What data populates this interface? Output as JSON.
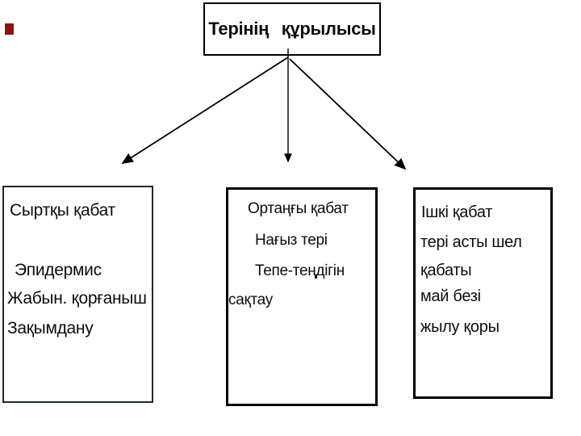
{
  "title": "Терінің құрылысы",
  "decor": {
    "bullet_square_color": "#8b1413"
  },
  "colors": {
    "background": "#ffffff",
    "text": "#0d0d0d",
    "box_border_black": "#000000",
    "outer_box_border_navy": "#1b2a3b",
    "arrow": "#000000"
  },
  "outer_box": {
    "lines": [
      "Сыртқы қабат",
      "Эпидермис",
      "Жабын. қорғаныш",
      "Зақымдану"
    ]
  },
  "middle_box": {
    "lines": [
      "Ортаңғы қабат",
      "Нағыз тері",
      "Тепе-теңдігін",
      "сақтау"
    ]
  },
  "inner_box": {
    "lines": [
      "Ішкі қабат",
      "тері асты шел",
      "қабаты",
      "май безі",
      "жылу қоры"
    ]
  }
}
